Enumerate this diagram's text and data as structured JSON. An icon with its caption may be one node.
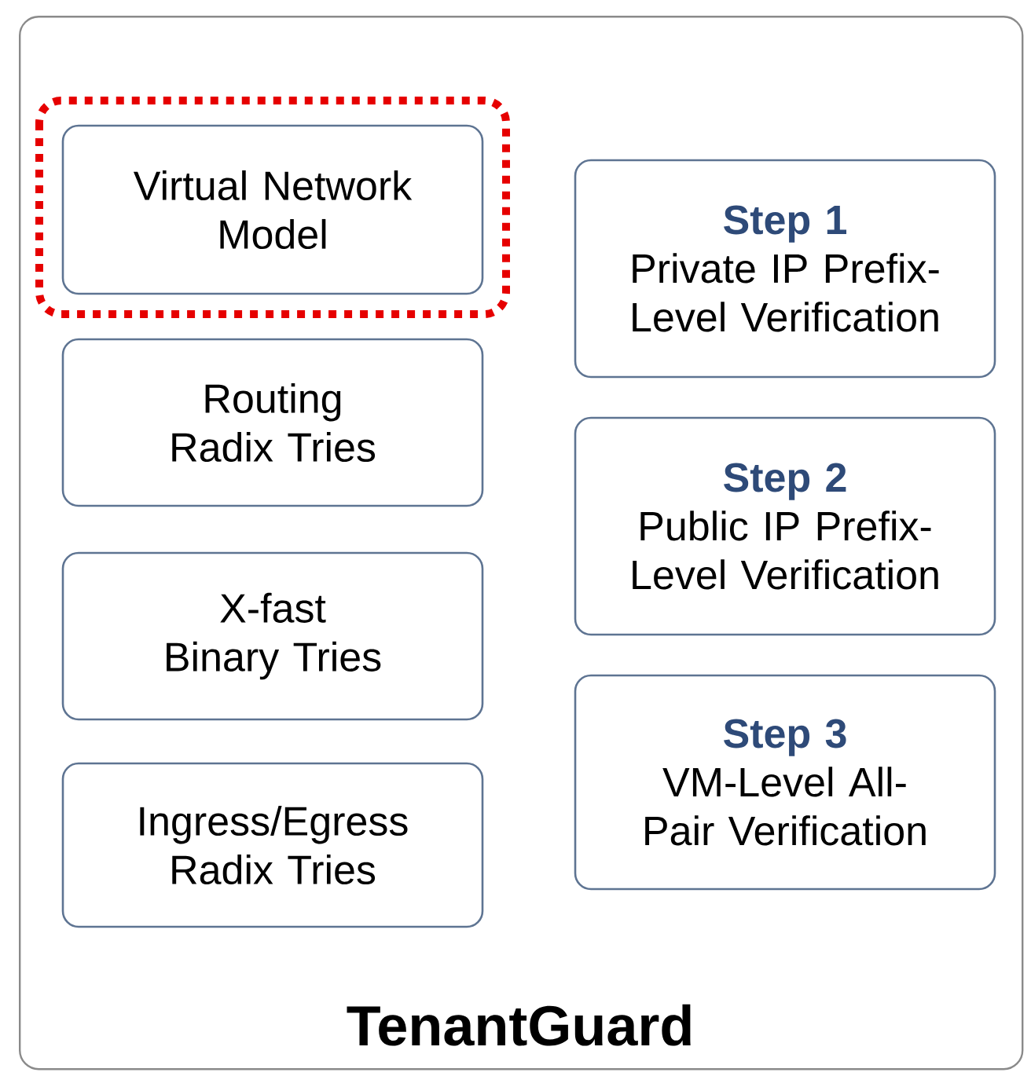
{
  "diagram": {
    "nodes": [
      {
        "text": [
          "TenantGuard"
        ]
      },
      {
        "text": [
          "Virtual Network Model"
        ],
        "in": 0
      },
      {
        "text": [
          "Routing Radix Tries"
        ],
        "in": 0
      },
      {
        "text": [
          "X-fast Binary Tries"
        ],
        "in": 0
      },
      {
        "text": [
          "Ingress/Egress Radix Tries"
        ],
        "in": 0
      },
      {
        "text": [
          "Step 1",
          "Private IP Prefix-Level Verification"
        ],
        "in": 0
      },
      {
        "text": [
          "Step 2",
          "Public IP Prefix-Level Verification"
        ],
        "in": 0
      },
      {
        "text": [
          "Step 3",
          "VM-Level All-Pair Verification"
        ],
        "in": 0
      }
    ]
  }
}
